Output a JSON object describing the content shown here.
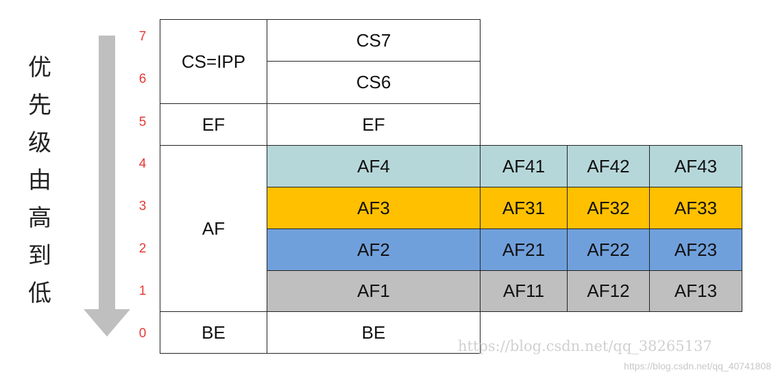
{
  "side_label": [
    "优",
    "先",
    "级",
    "由",
    "高",
    "到",
    "低"
  ],
  "levels": [
    "7",
    "6",
    "5",
    "4",
    "3",
    "2",
    "1",
    "0"
  ],
  "colors": {
    "level_number": "#e53935",
    "arrow": "#bfbfbf",
    "af4": "#b6d7d9",
    "af3": "#ffc000",
    "af2": "#70a0dc",
    "af1": "#bfbfbf",
    "border": "#222222"
  },
  "classes": {
    "cs": "CS=IPP",
    "ef": "EF",
    "af": "AF",
    "be": "BE"
  },
  "mid": {
    "cs7": "CS7",
    "cs6": "CS6",
    "ef": "EF",
    "af4": "AF4",
    "af3": "AF3",
    "af2": "AF2",
    "af1": "AF1",
    "be": "BE"
  },
  "subclasses": {
    "af4": [
      "AF41",
      "AF42",
      "AF43"
    ],
    "af3": [
      "AF31",
      "AF32",
      "AF33"
    ],
    "af2": [
      "AF21",
      "AF22",
      "AF23"
    ],
    "af1": [
      "AF11",
      "AF12",
      "AF13"
    ]
  },
  "watermark": {
    "main": "https://blog.csdn.net/qq_38265137",
    "small": "https://blog.csdn.net/qq_40741808"
  }
}
